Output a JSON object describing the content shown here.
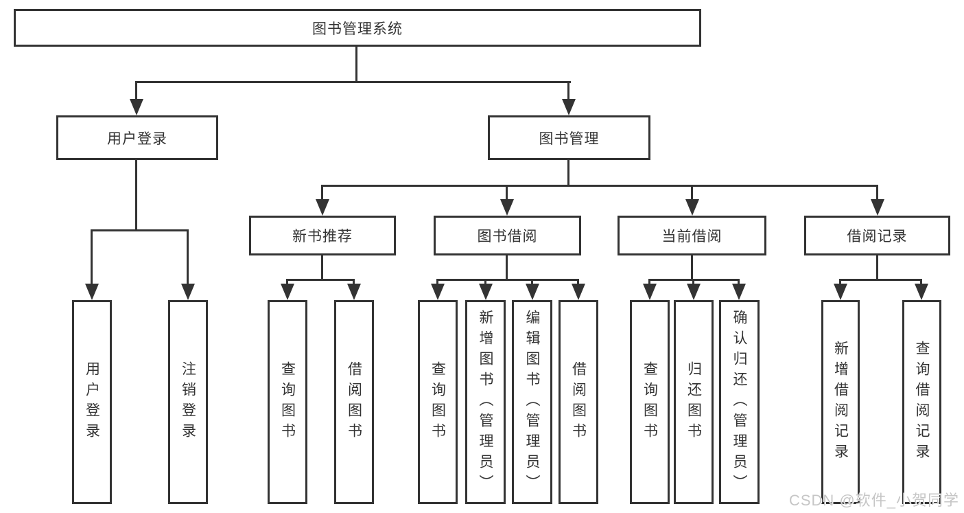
{
  "nodes": {
    "root": "图书管理系统",
    "level2": [
      "用户登录",
      "图书管理"
    ],
    "level3": [
      "新书推荐",
      "图书借阅",
      "当前借阅",
      "借阅记录"
    ],
    "leaves_user_login": [
      "用户登录",
      "注销登录"
    ],
    "leaves_new_books": [
      "查询图书",
      "借阅图书"
    ],
    "leaves_book_borrow": [
      "查询图书",
      "新增图书（管理员）",
      "编辑图书（管理员）",
      "借阅图书"
    ],
    "leaves_current_borrow": [
      "查询图书",
      "归还图书",
      "确认归还（管理员）"
    ],
    "leaves_borrow_records": [
      "新增借阅记录",
      "查询借阅记录"
    ]
  },
  "watermark": "CSDN @软件_小贺同学",
  "colors": {
    "line": "#333333",
    "text": "#333333",
    "watermark": "#c6c6c6",
    "background": "#ffffff"
  }
}
